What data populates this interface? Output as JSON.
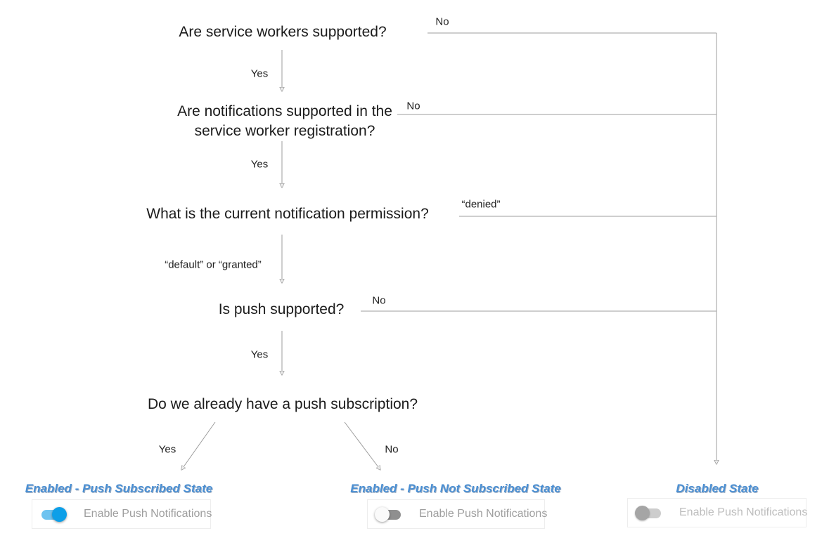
{
  "flow": {
    "q1": "Are service workers supported?",
    "q2": "Are notifications supported in the service worker registration?",
    "q3": "What is the current notification permission?",
    "q4": "Is push supported?",
    "q5": "Do we already have a push subscription?",
    "yes": "Yes",
    "no": "No",
    "denied": "“denied”",
    "default_or_granted": "“default” or “granted”"
  },
  "states": {
    "subscribed": {
      "label": "Enabled - Push Subscribed State",
      "toggle_label": "Enable Push Notifications",
      "toggle_state": "on"
    },
    "not_subscribed": {
      "label": "Enabled - Push Not Subscribed State",
      "toggle_label": "Enable Push Notifications",
      "toggle_state": "off"
    },
    "disabled": {
      "label": "Disabled State",
      "toggle_label": "Enable Push Notifications",
      "toggle_state": "disabled"
    }
  },
  "colors": {
    "line": "#9e9e9e",
    "question_text": "#1b1b1b",
    "state_label_blue": "#4a8fd3",
    "toggle_on_knob": "#0d9fe8",
    "toggle_on_track": "#6ec3f0",
    "toggle_off_track": "#8f8f8f",
    "toggle_disabled_knob": "#a5a5a5",
    "card_text_gray": "#9e9e9e",
    "card_text_disabled": "#bdbdbd"
  }
}
